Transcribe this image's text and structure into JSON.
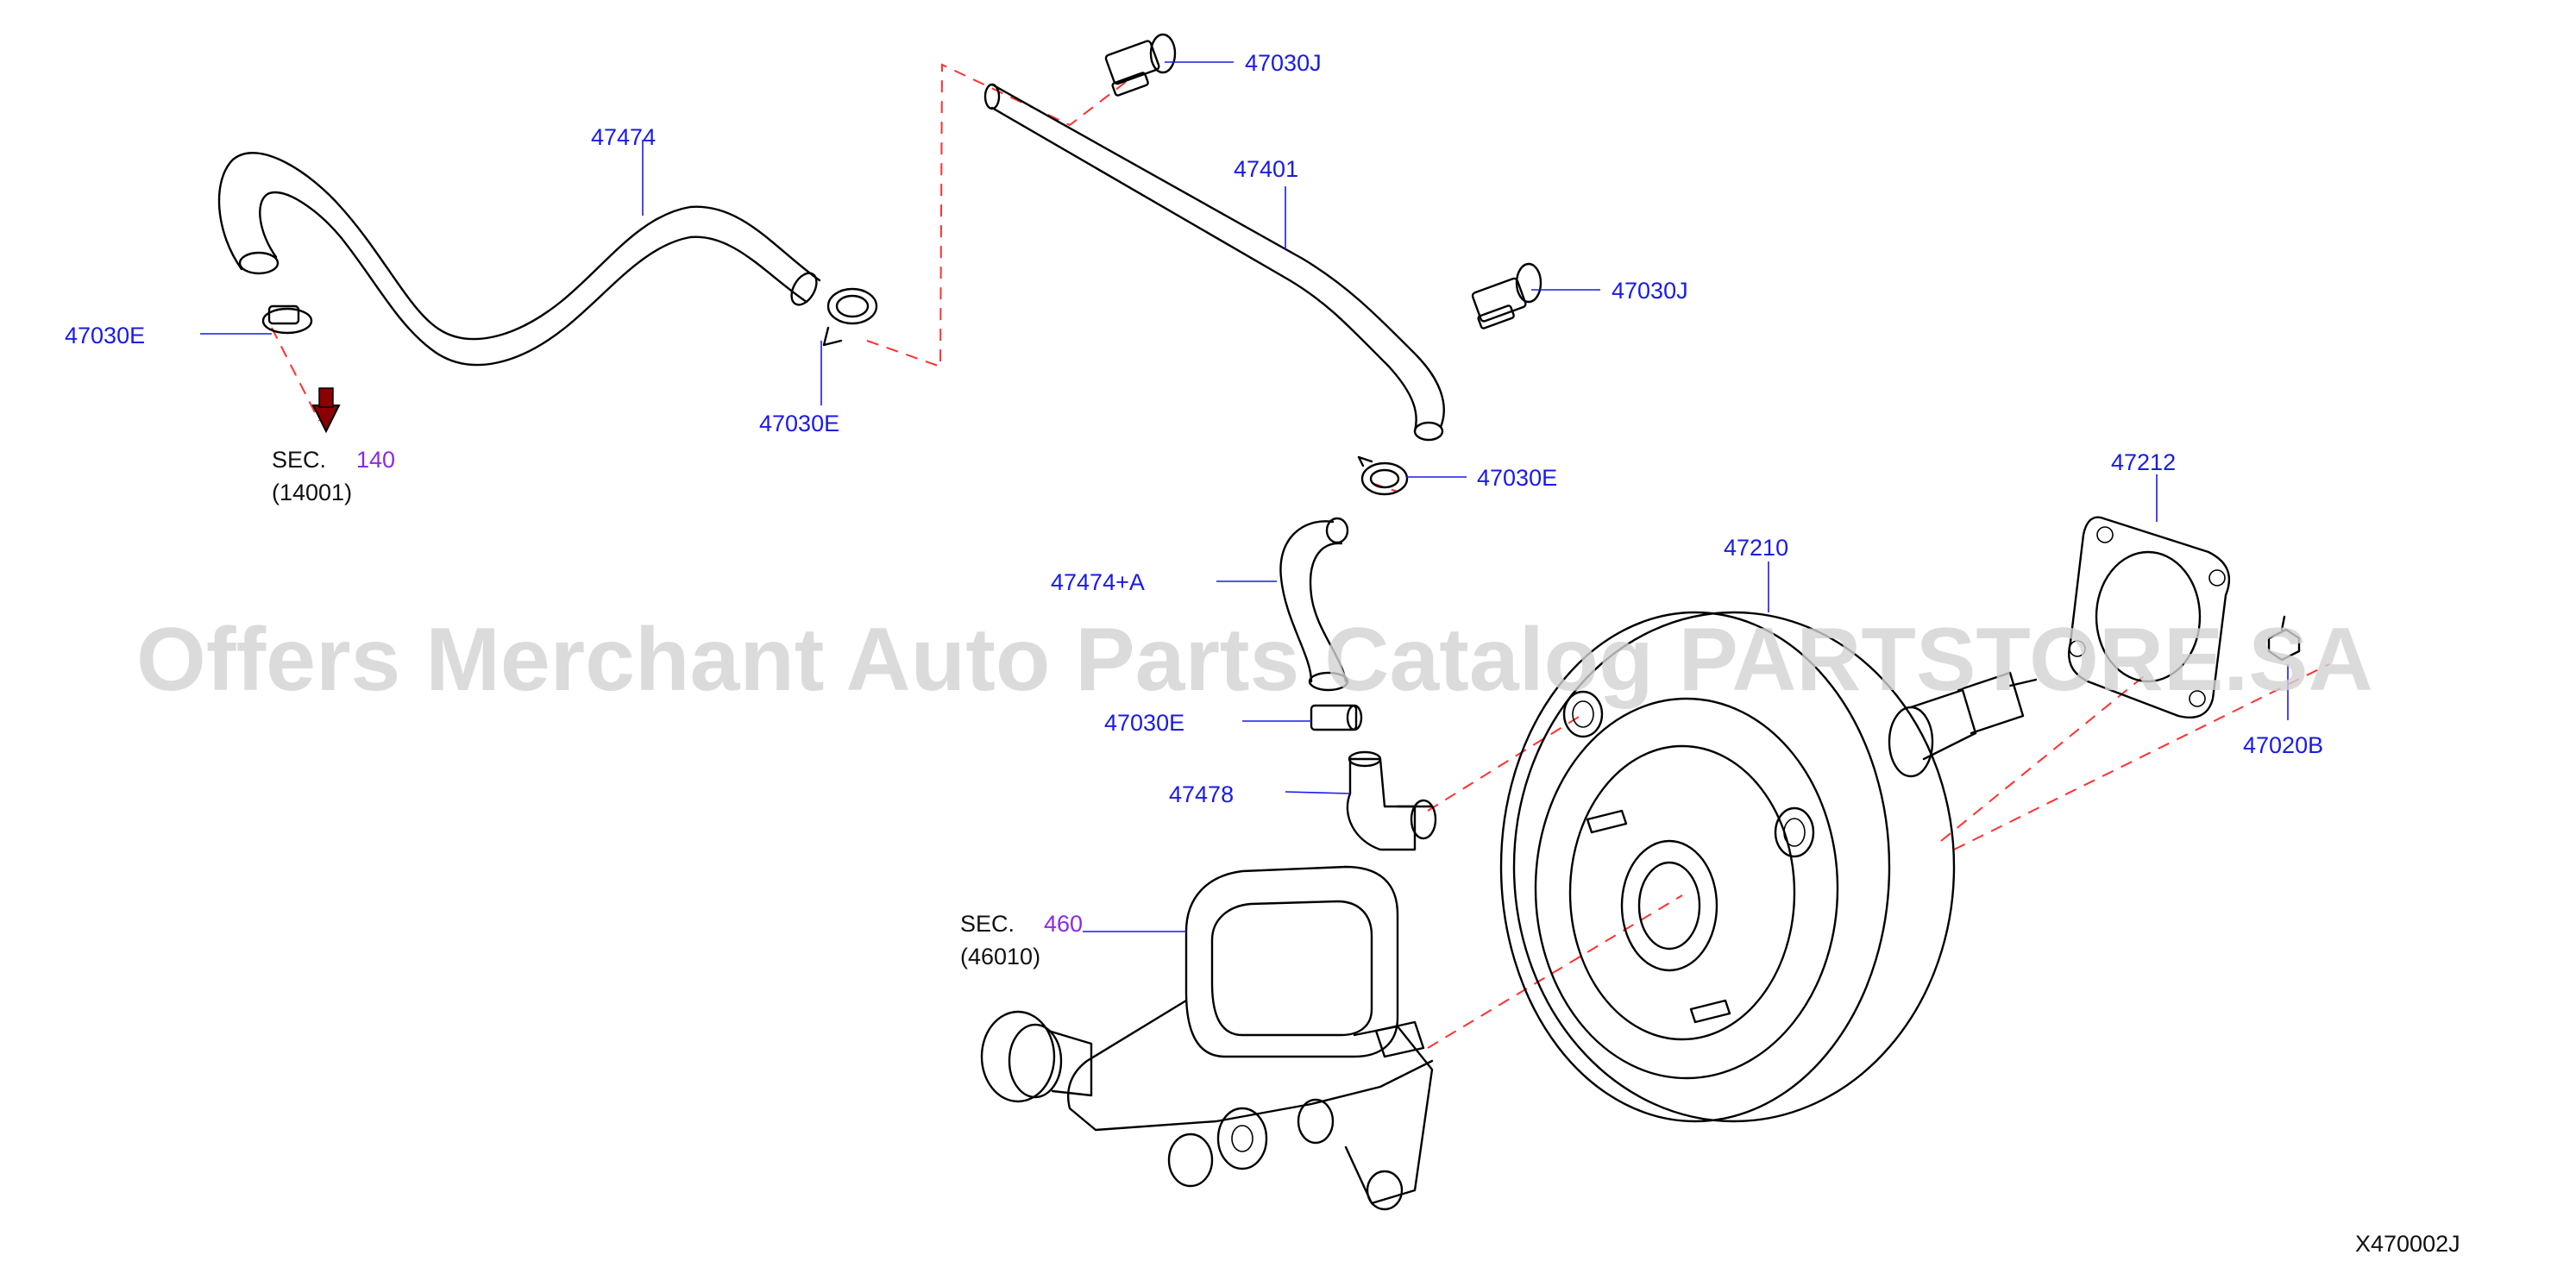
{
  "labels": {
    "p47474": "47474",
    "p47030e_left": "47030E",
    "p47030e_mid": "47030E",
    "p47030j_top": "47030J",
    "p47401": "47401",
    "p47030j_right": "47030J",
    "p47030e_right": "47030E",
    "p47474a": "47474+A",
    "p47030e_low": "47030E",
    "p47478": "47478",
    "p47210": "47210",
    "p47212": "47212",
    "p47020b": "47020B",
    "sec140_prefix": "SEC.",
    "sec140_num": "140",
    "sec140_sub": "(14001)",
    "sec460_prefix": "SEC.",
    "sec460_num": "460",
    "sec460_sub": "(46010)",
    "diagram_code": "X470002J"
  },
  "watermark": "Offers Merchant Auto Parts Catalog PARTSTORE.SA",
  "colors": {
    "part_number": "#1a1ae6",
    "section_ref": "#8a2be2",
    "dashed_guide": "#ff3030",
    "watermark": "#d3d3d3"
  }
}
